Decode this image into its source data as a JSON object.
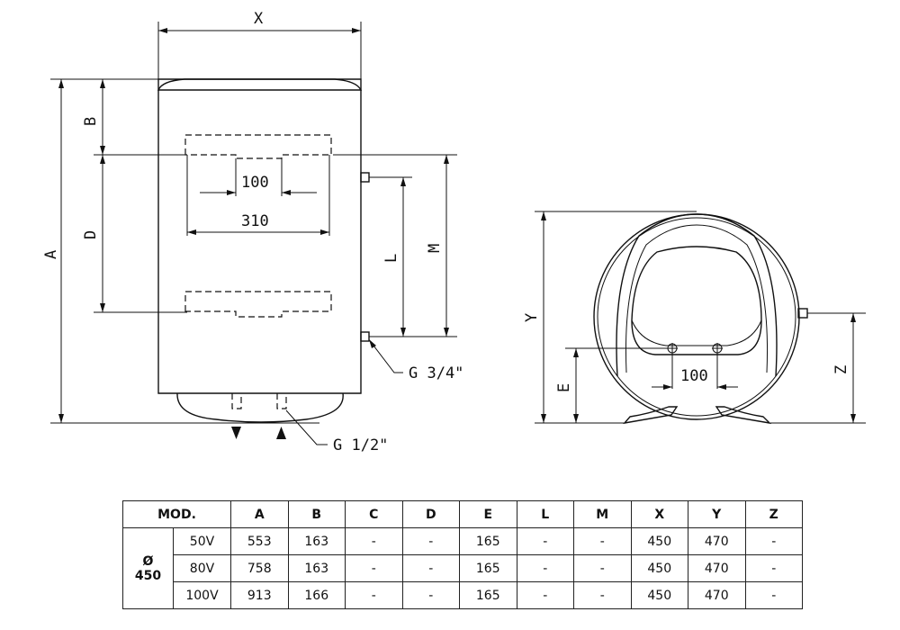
{
  "diagram": {
    "dimensions": {
      "x": "X",
      "a": "A",
      "b": "B",
      "d": "D",
      "l": "L",
      "m": "M",
      "y": "Y",
      "e": "E",
      "z": "Z",
      "spacing_top": "100",
      "spacing_wide": "310",
      "spacing_side": "100"
    },
    "callouts": {
      "water_connection": "G 3/4\"",
      "bottom_connection": "G 1/2\""
    }
  },
  "table": {
    "mod_header": "MOD.",
    "columns": [
      "A",
      "B",
      "C",
      "D",
      "E",
      "L",
      "M",
      "X",
      "Y",
      "Z"
    ],
    "model_label_line1": "Ø",
    "model_label_line2": "450",
    "rows": [
      {
        "variant": "50V",
        "values": [
          "553",
          "163",
          "-",
          "-",
          "165",
          "-",
          "-",
          "450",
          "470",
          "-"
        ]
      },
      {
        "variant": "80V",
        "values": [
          "758",
          "163",
          "-",
          "-",
          "165",
          "-",
          "-",
          "450",
          "470",
          "-"
        ]
      },
      {
        "variant": "100V",
        "values": [
          "913",
          "166",
          "-",
          "-",
          "165",
          "-",
          "-",
          "450",
          "470",
          "-"
        ]
      }
    ]
  }
}
